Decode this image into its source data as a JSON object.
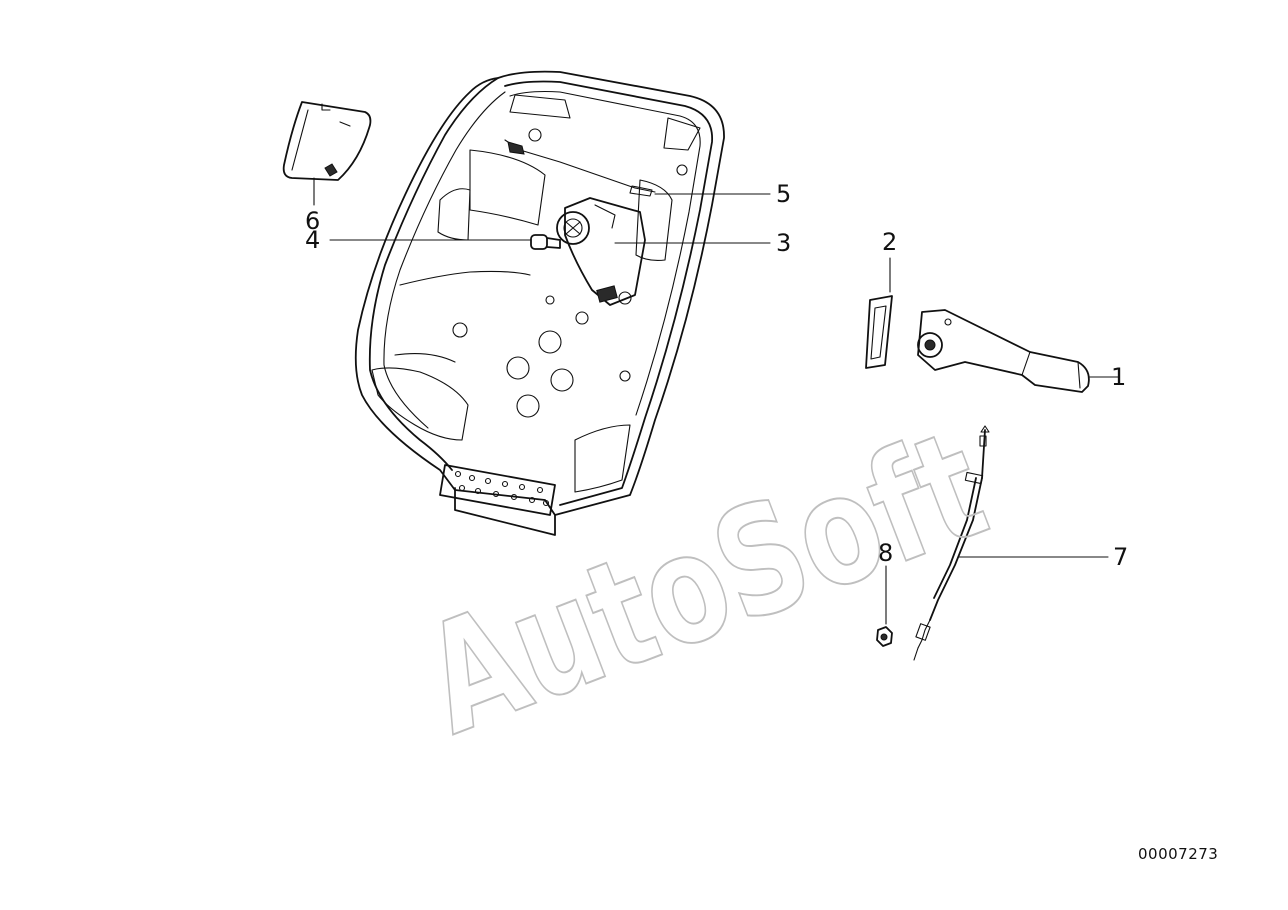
{
  "watermark": "AutoSoft",
  "document_number": "00007273",
  "callouts": [
    {
      "id": "1",
      "label": "1"
    },
    {
      "id": "2",
      "label": "2"
    },
    {
      "id": "3",
      "label": "3"
    },
    {
      "id": "4",
      "label": "4"
    },
    {
      "id": "5",
      "label": "5"
    },
    {
      "id": "6",
      "label": "6"
    },
    {
      "id": "7",
      "label": "7"
    },
    {
      "id": "8",
      "label": "8"
    }
  ]
}
